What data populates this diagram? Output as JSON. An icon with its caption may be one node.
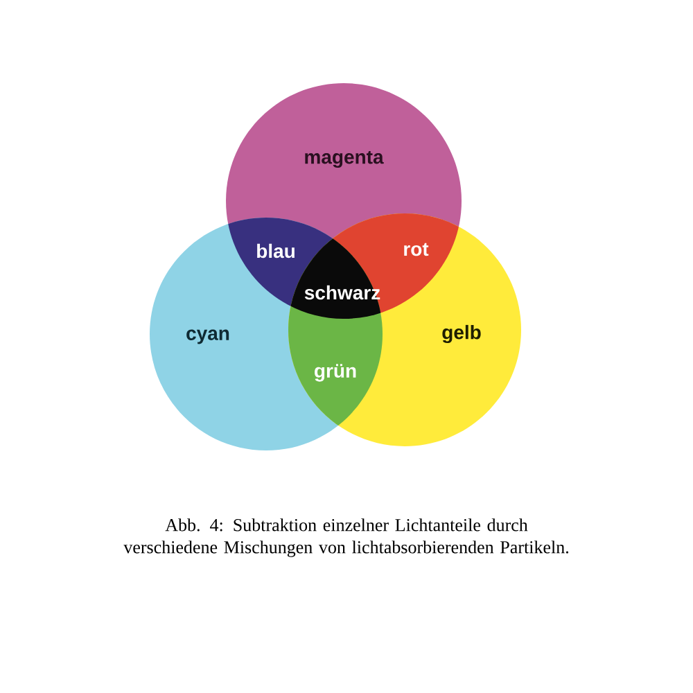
{
  "diagram": {
    "caption": "Abb. 4: Subtraktion einzelner Lichtanteile durch verschiedene Mischungen von lichtabsorbierenden Partikeln.",
    "nodes": [
      {
        "text": [
          "magenta"
        ]
      },
      {
        "text": [
          "blau"
        ]
      },
      {
        "text": [
          "rot"
        ]
      },
      {
        "text": [
          "schwarz"
        ]
      },
      {
        "text": [
          "cyan"
        ]
      },
      {
        "text": [
          "gelb"
        ]
      },
      {
        "text": [
          "grün"
        ]
      }
    ]
  }
}
